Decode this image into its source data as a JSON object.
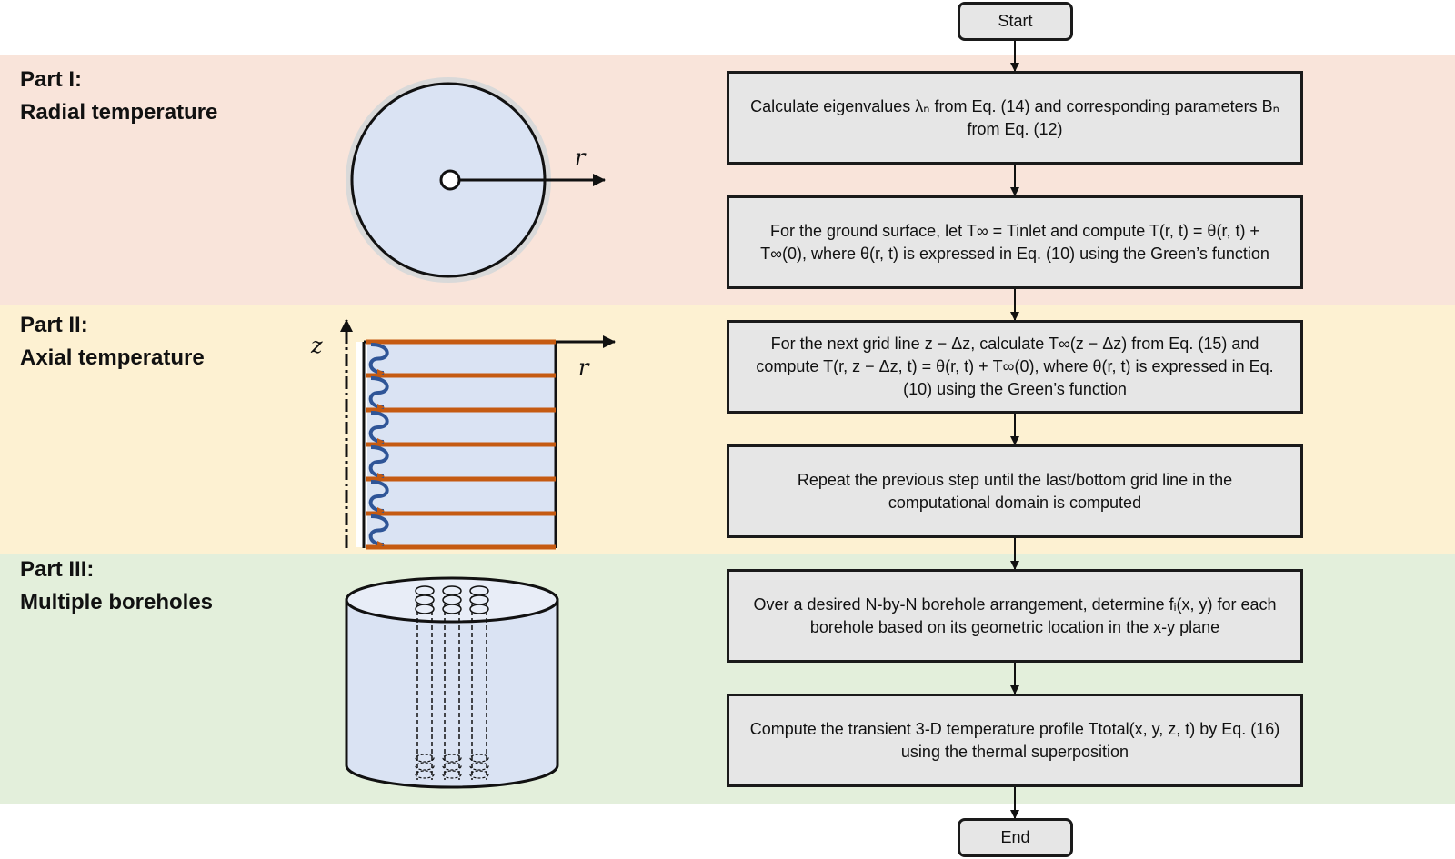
{
  "parts": [
    {
      "title": "Part I:",
      "subtitle": "Radial temperature"
    },
    {
      "title": "Part II:",
      "subtitle": "Axial temperature"
    },
    {
      "title": "Part III:",
      "subtitle": "Multiple boreholes"
    }
  ],
  "sketch_labels": {
    "radial_axis": "r",
    "axial_z": "z",
    "axial_r": "r"
  },
  "flow": {
    "start": "Start",
    "end": "End",
    "steps": [
      "Calculate eigenvalues λₙ from Eq. (14) and corresponding parameters Bₙ from Eq. (12)",
      "For the ground surface, let T∞ = Tinlet and compute T(r, t) = θ(r, t) + T∞(0), where θ(r, t) is expressed in Eq. (10) using the Green’s function",
      "For the next grid line z − Δz, calculate T∞(z − Δz) from Eq. (15) and compute T(r, z − Δz, t) = θ(r, t) + T∞(0), where θ(r, t) is expressed in Eq. (10) using the Green’s function",
      "Repeat the previous step until the last/bottom grid line in the computational domain is computed",
      "Over a desired N-by-N borehole arrangement, determine fᵢ(x, y) for each borehole based on its geometric location in the x-y plane",
      "Compute the transient 3-D temperature profile Ttotal(x, y, z, t) by Eq. (16) using the thermal superposition"
    ]
  },
  "colors": {
    "band_part1": "#f9e4da",
    "band_part2": "#fdf1d2",
    "band_part3": "#e3efdb",
    "box_fill": "#e6e6e6",
    "sketch_fill": "#dae3f3",
    "grid_line": "#c55a11",
    "spiral": "#2f5597"
  }
}
